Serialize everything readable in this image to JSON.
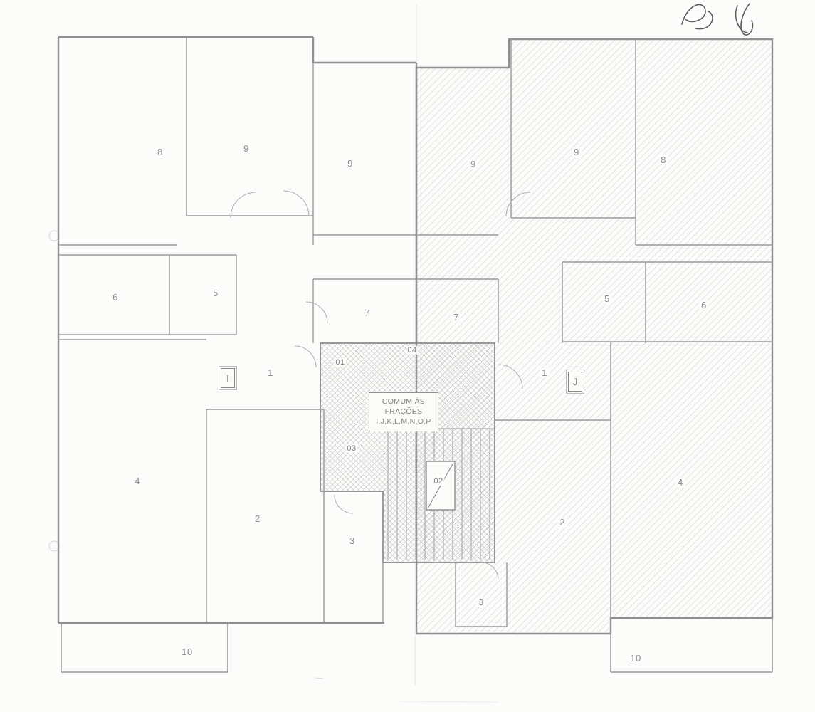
{
  "core": {
    "common_area": {
      "line1": "COMUM ÀS",
      "line2": "FRAÇÕES",
      "line3": "I,J,K,L,M,N,O,P"
    },
    "labels": {
      "n01": "01",
      "n02": "02",
      "n03": "03",
      "n04": "04"
    }
  },
  "unit_i": {
    "letter": "I",
    "rooms": {
      "r1": "1",
      "r2": "2",
      "r3": "3",
      "r4": "4",
      "r5": "5",
      "r6": "6",
      "r7": "7",
      "r8": "8",
      "r9a": "9",
      "r9b": "9",
      "r10": "10"
    }
  },
  "unit_j": {
    "letter": "J",
    "rooms": {
      "r1": "1",
      "r2": "2",
      "r3": "3",
      "r4": "4",
      "r5": "5",
      "r6": "6",
      "r7": "7",
      "r8": "8",
      "r9a": "9",
      "r9b": "9",
      "r10": "10"
    }
  },
  "colors": {
    "paper": "#fcfcfa",
    "wall": "#8f8f8f",
    "hatch_unit": "#c9c9c9",
    "hatch_core": "#b2b2b2",
    "label_text": "#8d8d8d"
  }
}
